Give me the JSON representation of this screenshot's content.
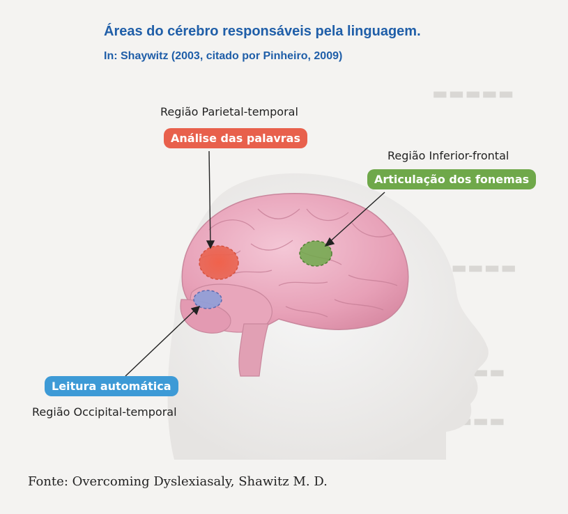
{
  "title": "Áreas do cérebro responsáveis pela linguagem.",
  "subtitle": "In: Shaywitz (2003, citado por Pinheiro, 2009)",
  "areas": {
    "parietal": {
      "region": "Região Parietal-temporal",
      "function": "Análise das palavras",
      "color": "#e8604c"
    },
    "frontal": {
      "region": "Região Inferior-frontal",
      "function": "Articulação dos fonemas",
      "color": "#6fa84a"
    },
    "occipital": {
      "region": "Região Occipital-temporal",
      "function": "Leitura automática",
      "color": "#3d9ad6"
    }
  },
  "source": "Fonte: Overcoming Dyslexiasaly, Shawitz M. D."
}
